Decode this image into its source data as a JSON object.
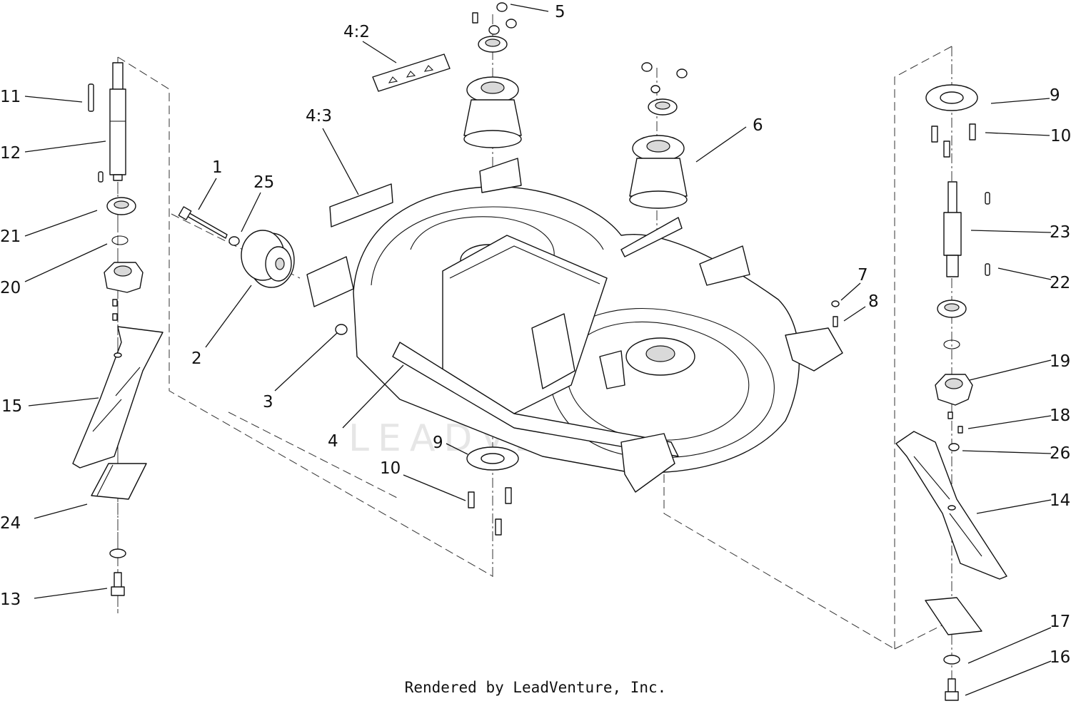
{
  "diagram": {
    "watermark": "LEADVENTURE",
    "credit": "Rendered by LeadVenture, Inc.",
    "callouts": [
      {
        "id": "c11",
        "text": "11"
      },
      {
        "id": "c12",
        "text": "12"
      },
      {
        "id": "c21",
        "text": "21"
      },
      {
        "id": "c20",
        "text": "20"
      },
      {
        "id": "c15",
        "text": "15"
      },
      {
        "id": "c24",
        "text": "24"
      },
      {
        "id": "c13",
        "text": "13"
      },
      {
        "id": "c1",
        "text": "1"
      },
      {
        "id": "c25",
        "text": "25"
      },
      {
        "id": "c2",
        "text": "2"
      },
      {
        "id": "c3",
        "text": "3"
      },
      {
        "id": "c4",
        "text": "4"
      },
      {
        "id": "c4_2",
        "text": "4:2"
      },
      {
        "id": "c4_3",
        "text": "4:3"
      },
      {
        "id": "c5",
        "text": "5"
      },
      {
        "id": "c6",
        "text": "6"
      },
      {
        "id": "c7",
        "text": "7"
      },
      {
        "id": "c8",
        "text": "8"
      },
      {
        "id": "c9a",
        "text": "9"
      },
      {
        "id": "c10a",
        "text": "10"
      },
      {
        "id": "c9b",
        "text": "9"
      },
      {
        "id": "c10b",
        "text": "10"
      },
      {
        "id": "c23",
        "text": "23"
      },
      {
        "id": "c22",
        "text": "22"
      },
      {
        "id": "c19",
        "text": "19"
      },
      {
        "id": "c18",
        "text": "18"
      },
      {
        "id": "c26",
        "text": "26"
      },
      {
        "id": "c14",
        "text": "14"
      },
      {
        "id": "c17",
        "text": "17"
      },
      {
        "id": "c16",
        "text": "16"
      }
    ]
  }
}
